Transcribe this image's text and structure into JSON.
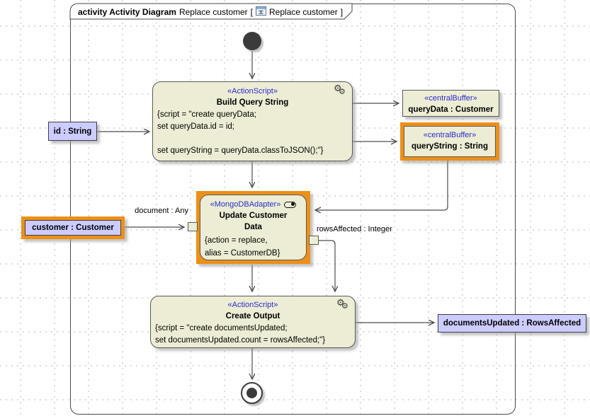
{
  "header": {
    "kind_and_type": "activity Activity Diagram",
    "diagram_name": "Replace customer",
    "open_bracket": "[",
    "frame_ref": "Replace customer",
    "close_bracket": "]"
  },
  "colors": {
    "node_fill": "#ecedd4",
    "object_fill": "#ccccff",
    "highlight_orange": "#ed9017",
    "stereotype_blue": "#2b2bd0",
    "line_gray": "#4d4d4d"
  },
  "nodes": {
    "build_query": {
      "stereotype": "«ActionScript»",
      "title": "Build Query String",
      "script_lines": [
        "{script = \"create queryData;",
        "set queryData.id = id;",
        "",
        "set queryString = queryData.classToJSON();\"}"
      ]
    },
    "id_object": {
      "label": "id : String"
    },
    "query_data_buffer": {
      "stereotype": "«centralBuffer»",
      "label": "queryData : Customer"
    },
    "query_string_buffer": {
      "stereotype": "«centralBuffer»",
      "label": "queryString : String"
    },
    "update_customer": {
      "stereotype": "«MongoDBAdapter»",
      "title_line1": "Update Customer",
      "title_line2": "Data",
      "body_lines": [
        "{action = replace,",
        "alias = CustomerDB}"
      ]
    },
    "customer_object": {
      "label": "customer : Customer"
    },
    "create_output": {
      "stereotype": "«ActionScript»",
      "title": "Create Output",
      "script_lines": [
        "{script = \"create documentsUpdated;",
        "set documentsUpdated.count = rowsAffected;\"}"
      ]
    },
    "documents_updated_object": {
      "label": "documentsUpdated : RowsAffected"
    }
  },
  "edge_labels": {
    "document_any": "document : Any",
    "rows_affected": "rowsAffected : Integer"
  }
}
